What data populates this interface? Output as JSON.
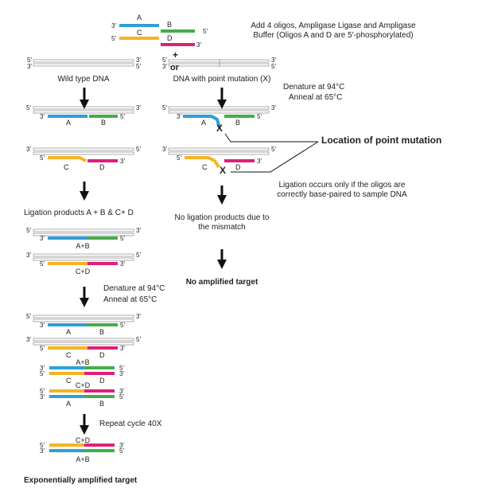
{
  "header": {
    "plus": "+",
    "or": "or",
    "instruction": "Add 4 oligos, Ampligase Ligase and Ampligase Buffer (Oligos A and D are 5′-phosphorylated)"
  },
  "oligo_labels": {
    "a": "A",
    "b": "B",
    "c": "C",
    "d": "D"
  },
  "ends": {
    "five": "5′",
    "three": "3′"
  },
  "labels": {
    "wild_type": "Wild type DNA",
    "mutant": "DNA with point mutation (X)",
    "denature_1": "Denature at 94°C",
    "anneal_1": "Anneal at 65°C",
    "location": "Location of point mutation",
    "mutation_mark": "X",
    "ligation_note": "Ligation occurs only if the oligos are correctly base-paired to sample DNA",
    "ligation_products": "Ligation products A + B & C+ D",
    "no_ligation": "No ligation products due to the mismatch",
    "no_amplified": "No amplified target",
    "ab": "A+B",
    "cd": "C+D",
    "denature_2": "Denature at 94°C",
    "anneal_2": "Anneal at 65°C",
    "repeat": "Repeat cycle 40X",
    "final": "Exponentially amplified target"
  },
  "colors": {
    "a": "#2f9fd8",
    "b": "#46ad48",
    "c": "#f5b324",
    "d": "#df1f78",
    "dna": "#9a9a9a",
    "text": "#222222"
  }
}
